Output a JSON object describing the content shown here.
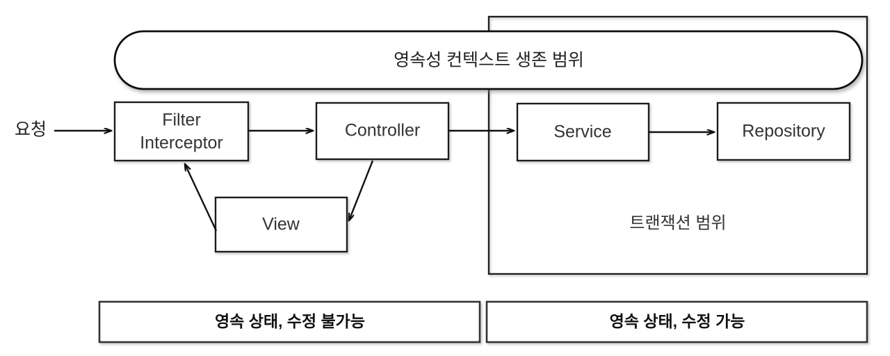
{
  "diagram": {
    "title": "영속성 컨텍스트 생존 범위",
    "request_label": "요청",
    "transaction_scope_label": "트랜잭션 범위",
    "nodes": [
      {
        "id": "filter",
        "label_line1": "Filter",
        "label_line2": "Interceptor"
      },
      {
        "id": "controller",
        "label_line1": "Controller",
        "label_line2": ""
      },
      {
        "id": "service",
        "label_line1": "Service",
        "label_line2": ""
      },
      {
        "id": "repository",
        "label_line1": "Repository",
        "label_line2": ""
      },
      {
        "id": "view",
        "label_line1": "View",
        "label_line2": ""
      }
    ],
    "legend": [
      {
        "id": "legend-left",
        "label": "영속 상태, 수정 불가능"
      },
      {
        "id": "legend-right",
        "label": "영속 상태, 수정 가능"
      }
    ],
    "colors": {
      "background": "#ffffff",
      "stroke": "#1a1a1a",
      "text": "#333333",
      "legend_text": "#111111"
    }
  }
}
